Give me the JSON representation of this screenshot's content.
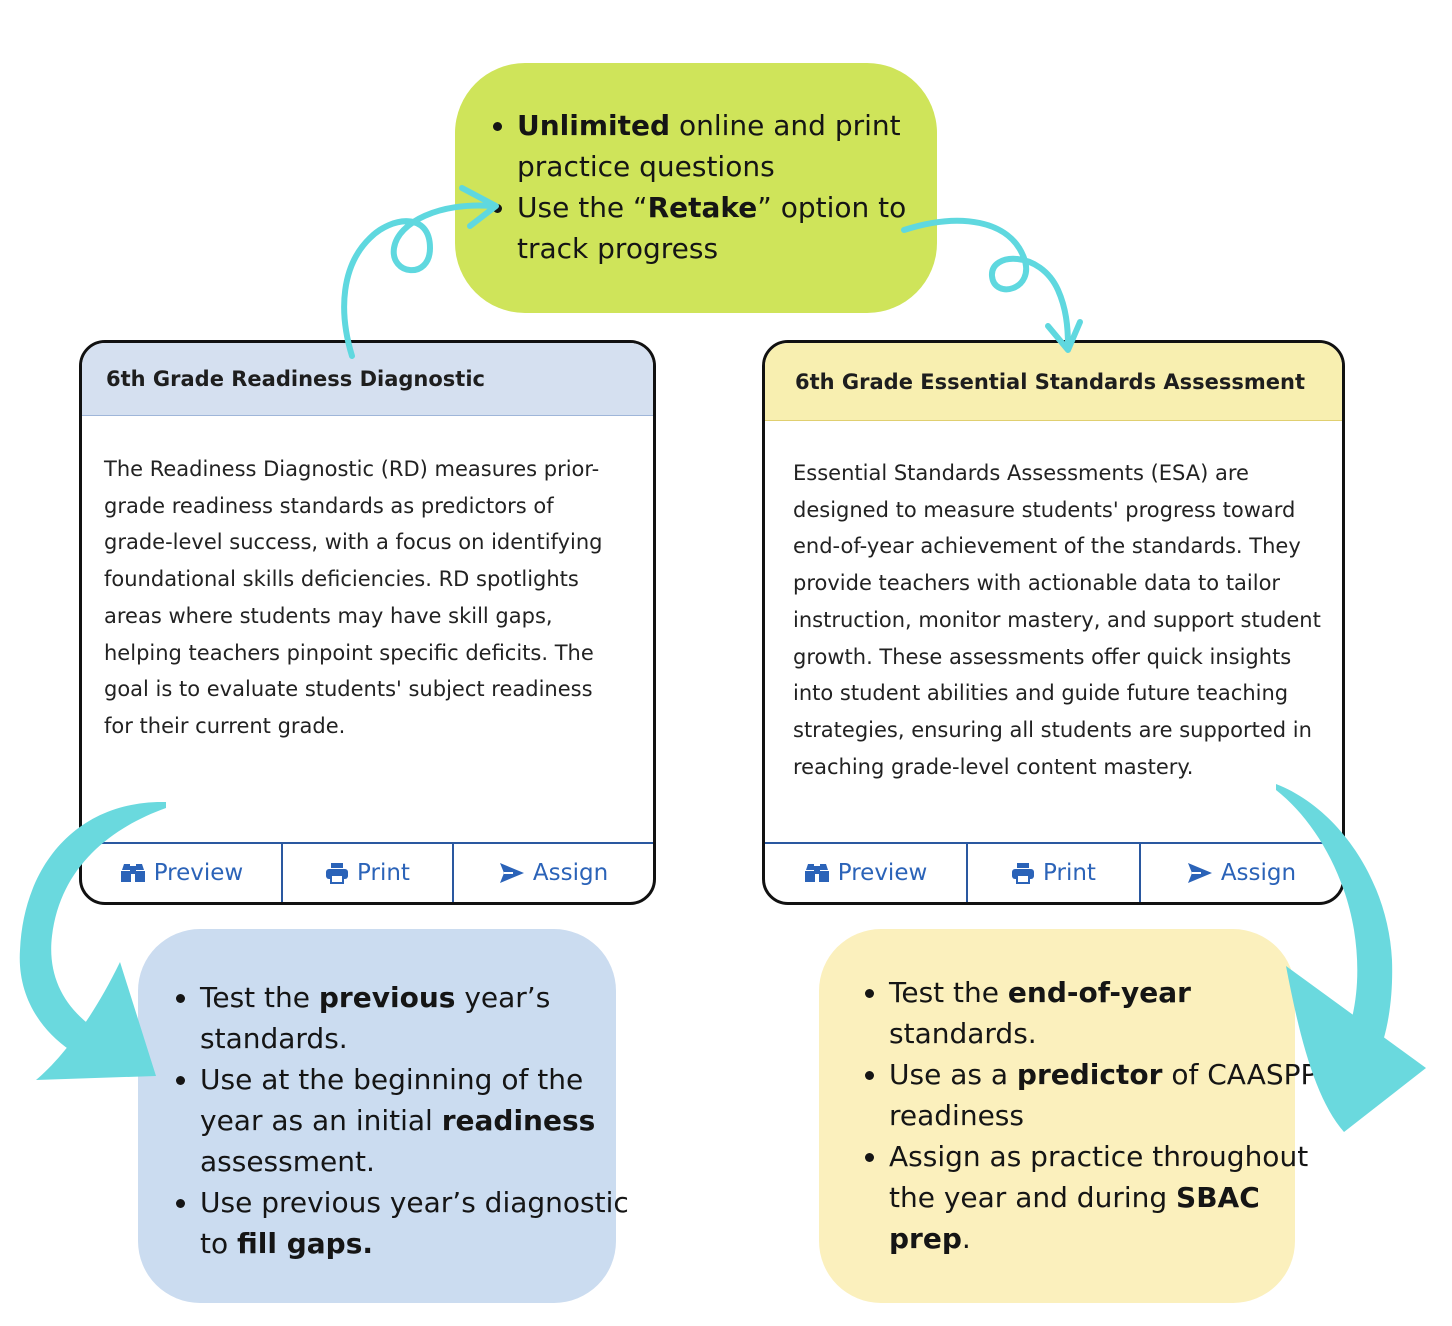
{
  "top_bubble": {
    "bullet1_bold": "Unlimited",
    "bullet1_rest": " online and print practice questions",
    "bullet2_pre": "Use the “",
    "bullet2_bold": "Retake",
    "bullet2_post": "” option to track progress"
  },
  "left_card": {
    "title": "6th Grade Readiness Diagnostic",
    "body": "The Readiness Diagnostic (RD) measures prior-grade readiness standards as predictors of grade-level success, with a focus on identifying foundational skills deficiencies. RD spotlights areas where students may have skill gaps, helping teachers pinpoint specific deficits. The goal is to evaluate students' subject readiness for their current grade.",
    "actions": {
      "preview": "Preview",
      "print": "Print",
      "assign": "Assign"
    }
  },
  "right_card": {
    "title": "6th Grade Essential Standards Assessment",
    "body": "Essential Standards Assessments (ESA) are designed to measure students' progress toward end-of-year achievement of the standards. They provide teachers with actionable data to tailor instruction, monitor mastery, and support student growth. These assessments offer quick insights into student abilities and guide future teaching strategies, ensuring all students are supported in reaching grade-level content mastery.",
    "actions": {
      "preview": "Preview",
      "print": "Print",
      "assign": "Assign"
    }
  },
  "left_bubble": {
    "b1_pre": "Test the ",
    "b1_bold": "previous",
    "b1_post": " year’s standards.",
    "b2_pre": "Use at the beginning of the year as an initial ",
    "b2_bold": "readiness",
    "b2_post": " assessment.",
    "b3_pre": "Use previous year’s diagnostic to ",
    "b3_bold": "fill gaps."
  },
  "right_bubble": {
    "b1_pre": "Test the ",
    "b1_bold": "end-of-year",
    "b1_post": " standards.",
    "b2_pre": "Use as a ",
    "b2_bold": "predictor",
    "b2_post": " of CAASPP readiness",
    "b3_pre": "Assign as practice throughout the year and during ",
    "b3_bold": "SBAC prep",
    "b3_post": "."
  },
  "colors": {
    "top_bubble": "#cfe45a",
    "left_bubble": "#cbdcf0",
    "right_bubble": "#fbf0bd",
    "arrow": "#5fd8df",
    "action_blue": "#2b63b8"
  },
  "icons": [
    "binoculars-icon",
    "printer-icon",
    "send-icon"
  ]
}
